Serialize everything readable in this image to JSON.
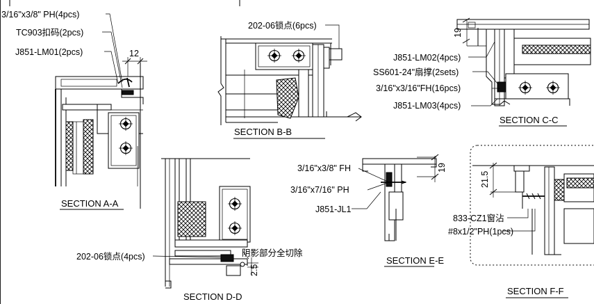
{
  "labels": {
    "a_screw": "3/16\"x3/8\" PH(4pcs)",
    "a_clip": "TC903扣码(2pcs)",
    "a_profile": "J851-LM01(2pcs)",
    "a_dim": "12",
    "a_title": "SECTION A-A",
    "b_lock": "202-06锁点(6pcs)",
    "b_title": "SECTION B-B",
    "c_dim": "19",
    "c_profile1": "J851-LM02(4pcs)",
    "c_stay": "SS601-24\"扇撑(2sets)",
    "c_screw": "3/16\"x3/16\"FH(16pcs)",
    "c_profile2": "J851-LM03(4pcs)",
    "c_title": "SECTION C-C",
    "d_lock": "202-06锁点(4pcs)",
    "d_note": "阴影部分全切除",
    "d_dim": "2.5",
    "d_title": "SECTION D-D",
    "e_screw1": "3/16\"x3/8\" FH",
    "e_screw2": "3/16\"x7/16\" PH",
    "e_profile": "J851-JL1",
    "e_dim": "19",
    "e_title": "SECTION E-E",
    "f_dim": "21.5",
    "f_part": "833-CZ1窗沾",
    "f_screw": "#8x1/2\"PH(1pcs)",
    "f_title": "SECTION F-F"
  }
}
